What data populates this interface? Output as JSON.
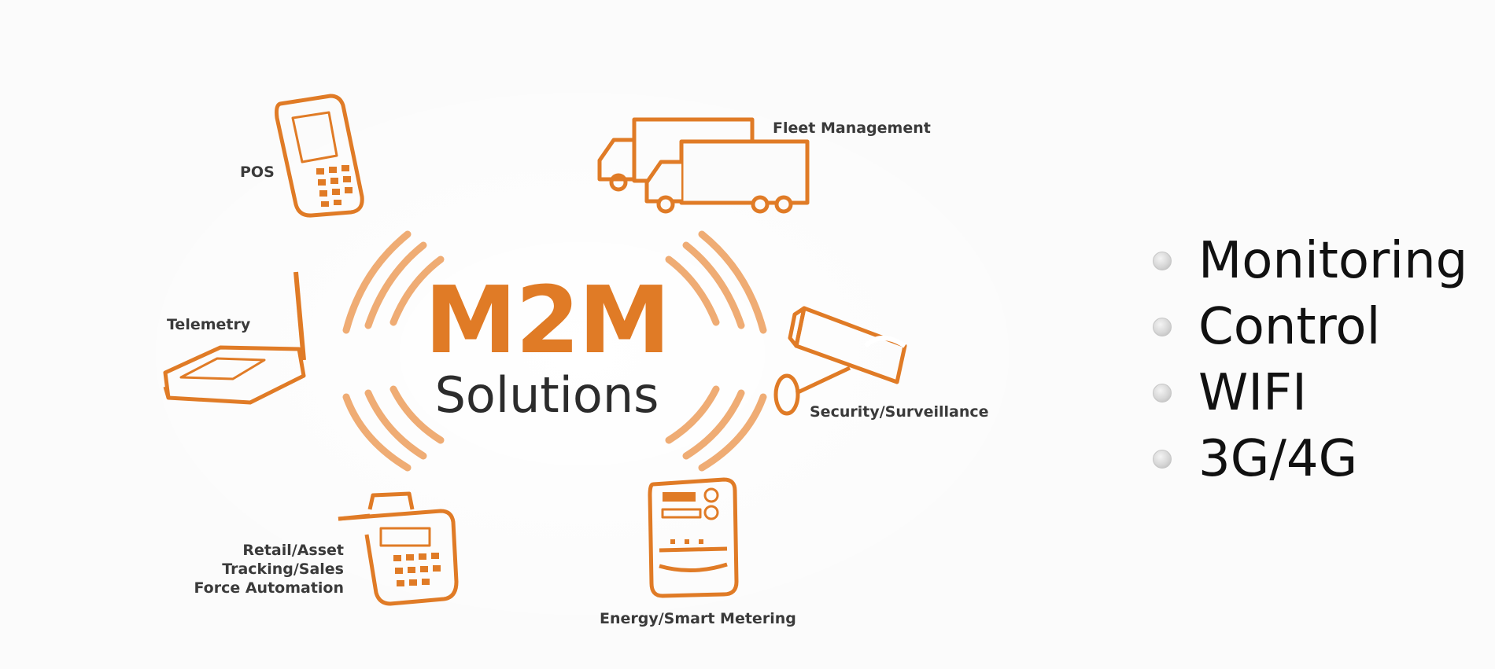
{
  "diagram": {
    "center": {
      "title": "M2M",
      "subtitle": "Solutions"
    },
    "nodes": {
      "pos": "POS",
      "fleet": "Fleet Management",
      "telemetry": "Telemetry",
      "security": "Security/Surveillance",
      "retail": [
        "Retail/Asset",
        "Tracking/Sales",
        "Force Automation"
      ],
      "energy": "Energy/Smart Metering"
    }
  },
  "bullets": [
    "Monitoring",
    "Control",
    "WIFI",
    "3G/4G"
  ],
  "colors": {
    "accent": "#e07b26",
    "text": "#2c2c2c",
    "background": "#fbfbfb"
  },
  "icons": [
    "pos-terminal-icon",
    "delivery-trucks-icon",
    "telemetry-router-icon",
    "security-camera-icon",
    "cash-register-icon",
    "smart-meter-icon"
  ]
}
